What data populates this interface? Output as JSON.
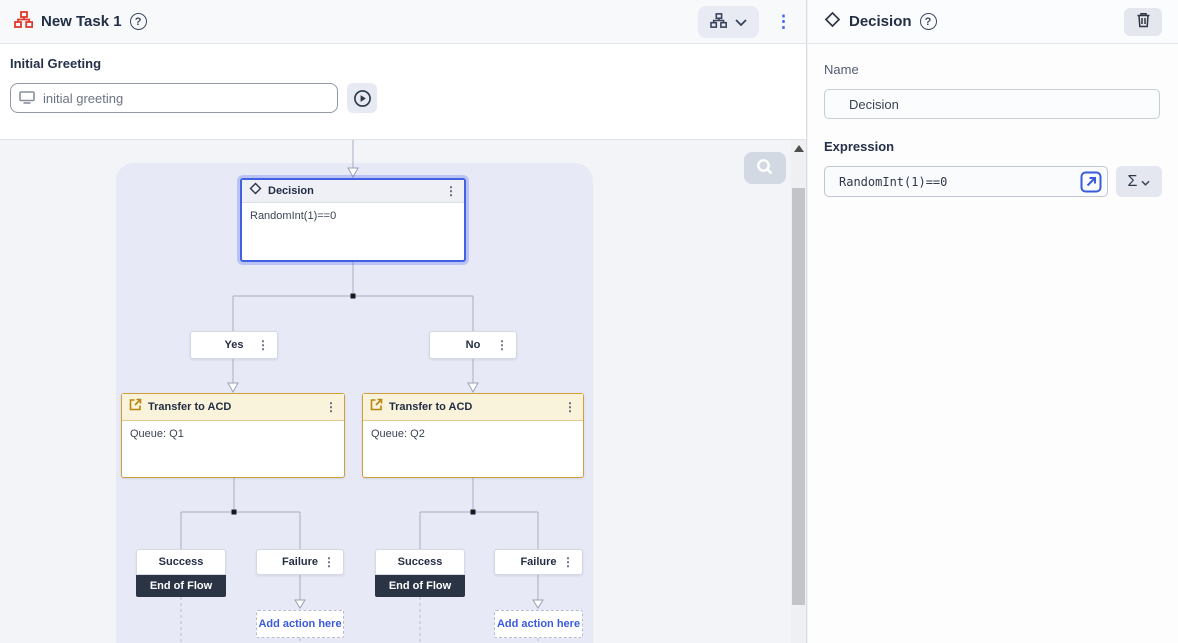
{
  "left_panel": {
    "header": {
      "title": "New Task 1",
      "help_glyph": "?",
      "kebab_glyph": "⋮"
    },
    "greeting": {
      "label": "Initial Greeting",
      "value": "initial greeting"
    },
    "canvas": {
      "decision_node": {
        "title": "Decision",
        "expression": "RandomInt(1)==0",
        "kebab_glyph": "⋮"
      },
      "branch_yes": "Yes",
      "branch_no": "No",
      "transfer_1": {
        "title": "Transfer to ACD",
        "detail": "Queue: Q1"
      },
      "transfer_2": {
        "title": "Transfer to ACD",
        "detail": "Queue: Q2"
      },
      "outcome_success": "Success",
      "outcome_failure": "Failure",
      "end_of_flow": "End of Flow",
      "add_action": "Add action here"
    }
  },
  "right_panel": {
    "header": {
      "title": "Decision",
      "help_glyph": "?"
    },
    "fields": {
      "name": {
        "label": "Name",
        "value": "Decision"
      },
      "expression": {
        "label": "Expression",
        "value": "RandomInt(1)==0"
      }
    },
    "sigma_glyph": "Σ"
  },
  "icons": {
    "kebab": "⋮"
  },
  "colors": {
    "accent_red": "#e0392e",
    "selection_blue": "#4161e1",
    "transfer_amber": "#cf9f3c",
    "end_flow_dark": "#2b3444",
    "link_blue": "#3b5bdb",
    "canvas_bg": "#f3f4f8",
    "flow_area_bg": "#e7e9f6"
  }
}
